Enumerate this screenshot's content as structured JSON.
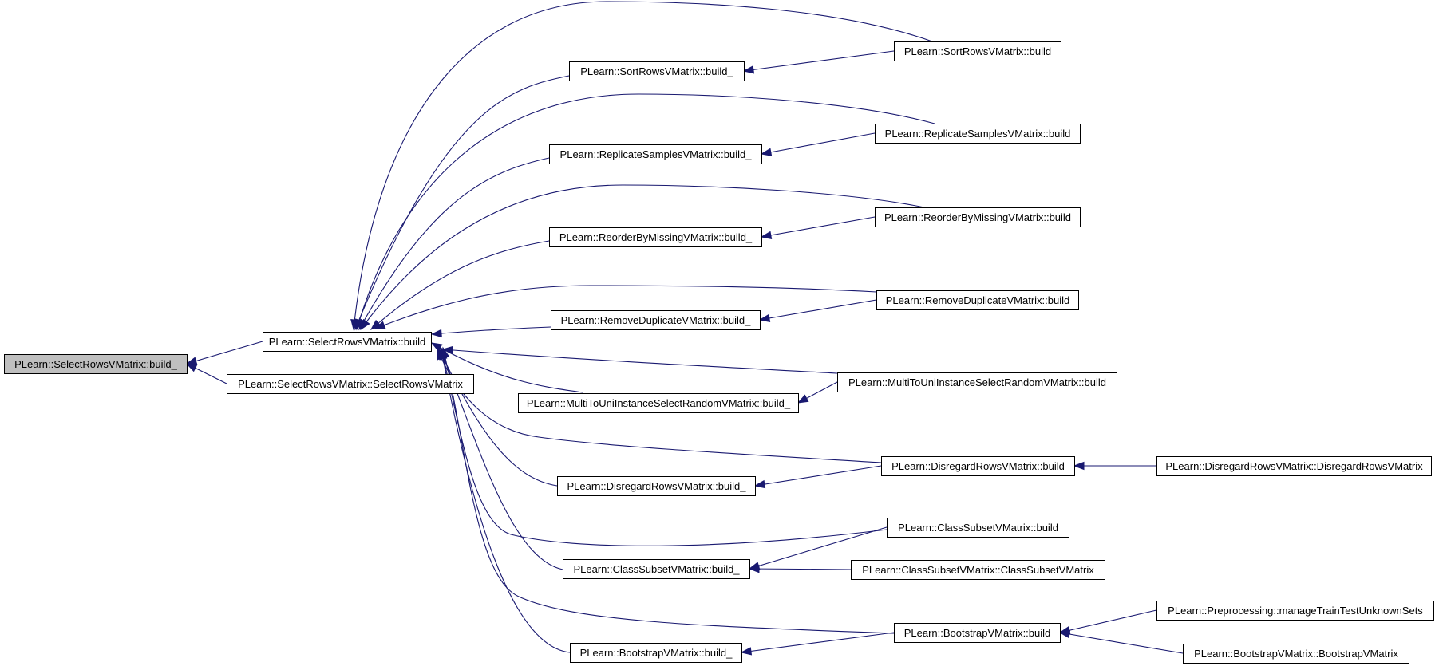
{
  "diagram": {
    "type": "call-graph",
    "colors": {
      "edge": "#191970",
      "root_fill": "#bfbfbf",
      "node_fill": "#ffffff",
      "border": "#000000"
    },
    "nodes": [
      {
        "id": "n0",
        "label": "PLearn::SelectRowsVMatrix::build_",
        "root": true
      },
      {
        "id": "n1",
        "label": "PLearn::SelectRowsVMatrix::build"
      },
      {
        "id": "n2",
        "label": "PLearn::SelectRowsVMatrix::SelectRowsVMatrix"
      },
      {
        "id": "n3",
        "label": "PLearn::SortRowsVMatrix::build_"
      },
      {
        "id": "n4",
        "label": "PLearn::ReplicateSamplesVMatrix::build_"
      },
      {
        "id": "n5",
        "label": "PLearn::ReorderByMissingVMatrix::build_"
      },
      {
        "id": "n6",
        "label": "PLearn::RemoveDuplicateVMatrix::build_"
      },
      {
        "id": "n7",
        "label": "PLearn::MultiToUniInstanceSelectRandomVMatrix::build_"
      },
      {
        "id": "n8",
        "label": "PLearn::DisregardRowsVMatrix::build_"
      },
      {
        "id": "n9",
        "label": "PLearn::ClassSubsetVMatrix::build_"
      },
      {
        "id": "n10",
        "label": "PLearn::BootstrapVMatrix::build_"
      },
      {
        "id": "n11",
        "label": "PLearn::SortRowsVMatrix::build"
      },
      {
        "id": "n12",
        "label": "PLearn::ReplicateSamplesVMatrix::build"
      },
      {
        "id": "n13",
        "label": "PLearn::ReorderByMissingVMatrix::build"
      },
      {
        "id": "n14",
        "label": "PLearn::RemoveDuplicateVMatrix::build"
      },
      {
        "id": "n15",
        "label": "PLearn::MultiToUniInstanceSelectRandomVMatrix::build"
      },
      {
        "id": "n16",
        "label": "PLearn::DisregardRowsVMatrix::build"
      },
      {
        "id": "n17",
        "label": "PLearn::ClassSubsetVMatrix::build"
      },
      {
        "id": "n18",
        "label": "PLearn::ClassSubsetVMatrix::ClassSubsetVMatrix"
      },
      {
        "id": "n19",
        "label": "PLearn::BootstrapVMatrix::build"
      },
      {
        "id": "n20",
        "label": "PLearn::DisregardRowsVMatrix::DisregardRowsVMatrix"
      },
      {
        "id": "n21",
        "label": "PLearn::Preprocessing::manageTrainTestUnknownSets"
      },
      {
        "id": "n22",
        "label": "PLearn::BootstrapVMatrix::BootstrapVMatrix"
      }
    ],
    "edges": [
      {
        "from": "n1",
        "to": "n0"
      },
      {
        "from": "n2",
        "to": "n0"
      },
      {
        "from": "n3",
        "to": "n1"
      },
      {
        "from": "n4",
        "to": "n1"
      },
      {
        "from": "n5",
        "to": "n1"
      },
      {
        "from": "n6",
        "to": "n1"
      },
      {
        "from": "n7",
        "to": "n1"
      },
      {
        "from": "n8",
        "to": "n1"
      },
      {
        "from": "n9",
        "to": "n1"
      },
      {
        "from": "n10",
        "to": "n1"
      },
      {
        "from": "n11",
        "to": "n1"
      },
      {
        "from": "n12",
        "to": "n1"
      },
      {
        "from": "n13",
        "to": "n1"
      },
      {
        "from": "n14",
        "to": "n1"
      },
      {
        "from": "n15",
        "to": "n1"
      },
      {
        "from": "n16",
        "to": "n1"
      },
      {
        "from": "n17",
        "to": "n1"
      },
      {
        "from": "n19",
        "to": "n1"
      },
      {
        "from": "n11",
        "to": "n3"
      },
      {
        "from": "n12",
        "to": "n4"
      },
      {
        "from": "n13",
        "to": "n5"
      },
      {
        "from": "n14",
        "to": "n6"
      },
      {
        "from": "n15",
        "to": "n7"
      },
      {
        "from": "n16",
        "to": "n8"
      },
      {
        "from": "n17",
        "to": "n9"
      },
      {
        "from": "n18",
        "to": "n9"
      },
      {
        "from": "n19",
        "to": "n10"
      },
      {
        "from": "n20",
        "to": "n16"
      },
      {
        "from": "n21",
        "to": "n19"
      },
      {
        "from": "n22",
        "to": "n19"
      }
    ]
  }
}
